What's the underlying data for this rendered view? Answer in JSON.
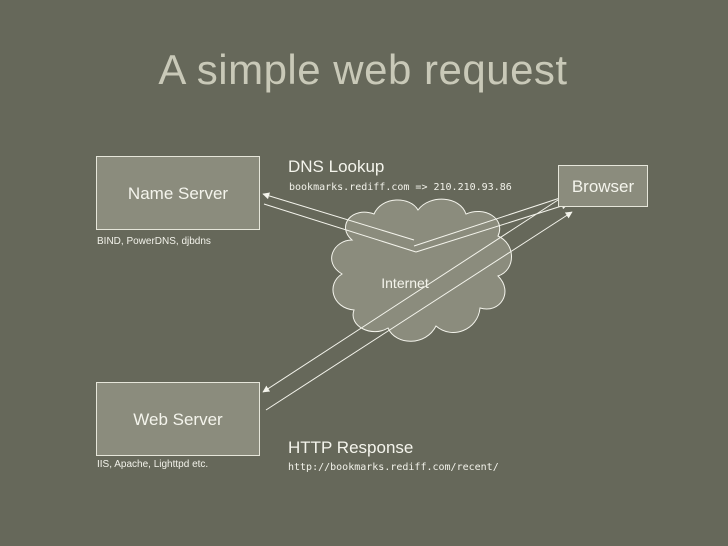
{
  "slide": {
    "title": "A simple web request",
    "name_server": {
      "label": "Name Server",
      "software": "BIND, PowerDNS, djbdns"
    },
    "web_server": {
      "label": "Web Server",
      "software": "IIS, Apache, Lighttpd etc."
    },
    "browser": {
      "label": "Browser"
    },
    "internet": {
      "label": "Internet"
    },
    "dns": {
      "heading": "DNS Lookup",
      "detail": "bookmarks.rediff.com => 210.210.93.86"
    },
    "http": {
      "heading": "HTTP Response",
      "detail": "http://bookmarks.rediff.com/recent/"
    }
  }
}
